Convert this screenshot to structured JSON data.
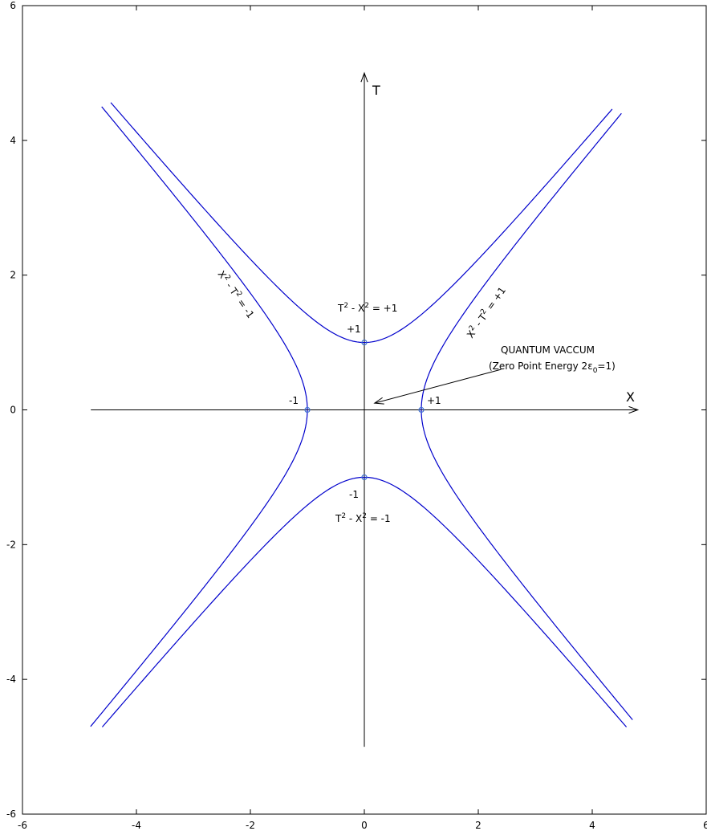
{
  "chart_data": {
    "type": "line",
    "xlim": [
      -6,
      6
    ],
    "ylim": [
      -6,
      6
    ],
    "xticks": [
      -6,
      -4,
      -2,
      0,
      2,
      4,
      6
    ],
    "yticks": [
      -6,
      -4,
      -2,
      0,
      2,
      4,
      6
    ],
    "grid": false,
    "colors": {
      "curve": "#0000cc",
      "marker": "#3d6fd1",
      "axis": "#000000"
    },
    "axes_arrows": {
      "x": {
        "label": "X",
        "from": [
          -4.8,
          0
        ],
        "to": [
          4.8,
          0
        ]
      },
      "t": {
        "label": "T",
        "from": [
          0,
          -5
        ],
        "to": [
          0,
          5
        ]
      }
    },
    "series": [
      {
        "relation": "T^2 - X^2 = +1",
        "branch": "upper",
        "xrange": [
          -4.45,
          4.35
        ],
        "value": 1
      },
      {
        "relation": "T^2 - X^2 = -1",
        "branch": "lower",
        "xrange": [
          -4.6,
          4.6
        ],
        "value": 1
      },
      {
        "relation": "X^2 - T^2 = +1",
        "branch": "right",
        "trange": [
          -4.6,
          4.4
        ],
        "value": 1
      },
      {
        "relation": "X^2 - T^2 = -1",
        "branch": "left",
        "trange": [
          -4.7,
          4.5
        ],
        "value": 1
      }
    ],
    "points": [
      {
        "x": 0,
        "y": 1,
        "label": "+1"
      },
      {
        "x": 0,
        "y": -1,
        "label": "-1"
      },
      {
        "x": 1,
        "y": 0,
        "label": "+1"
      },
      {
        "x": -1,
        "y": 0,
        "label": "-1"
      }
    ],
    "annotations": {
      "upper_eq": {
        "pre": "T",
        "mid": " - X",
        "post": " = +1",
        "sup": "2"
      },
      "lower_eq": {
        "pre": "T",
        "mid": " - X",
        "post": " = -1",
        "sup": "2"
      },
      "right_eq": {
        "pre": "X",
        "mid": " - T",
        "post": " = +1",
        "sup": "2"
      },
      "left_eq": {
        "pre": "X",
        "mid": " - T",
        "post": " = -1",
        "sup": "2"
      },
      "vacuum_title": "QUANTUM VACCUM",
      "vacuum_sub_pre": "(Zero Point Energy 2",
      "vacuum_eps": "ε",
      "vacuum_sub0": "0",
      "vacuum_sub_post": "=1)",
      "arrow_from": [
        2.4,
        0.6
      ],
      "arrow_to": [
        0.18,
        0.1
      ]
    }
  }
}
